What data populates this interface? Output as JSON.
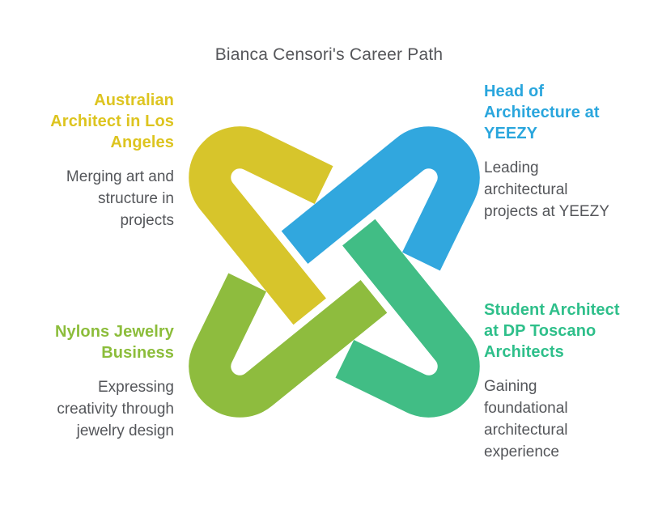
{
  "title": "Bianca Censori's Career Path",
  "title_color": "#55565a",
  "body_text_color": "#54565a",
  "sections": {
    "top_left": {
      "heading": "Australian\nArchitect in Los\nAngeles",
      "body": "Merging art and\nstructure in\nprojects",
      "color": "#ddc41f"
    },
    "top_right": {
      "heading": "Head of\nArchitecture at\nYEEZY",
      "body": "Leading\narchitectural\nprojects at YEEZY",
      "color": "#2aa6dd"
    },
    "bottom_left": {
      "heading": "Nylons Jewelry\nBusiness",
      "body": "Expressing\ncreativity through\njewelry design",
      "color": "#8cbd3b"
    },
    "bottom_right": {
      "heading": "Student Architect\nat DP Toscano\nArchitects",
      "body": "Gaining\nfoundational\narchitectural\nexperience",
      "color": "#2ebf8a"
    }
  },
  "knot": {
    "loops": [
      {
        "id": "top-left",
        "color": "#d7c52b"
      },
      {
        "id": "top-right",
        "color": "#31a7de"
      },
      {
        "id": "bottom-right",
        "color": "#41bd85"
      },
      {
        "id": "bottom-left",
        "color": "#8ebc3e"
      }
    ]
  }
}
